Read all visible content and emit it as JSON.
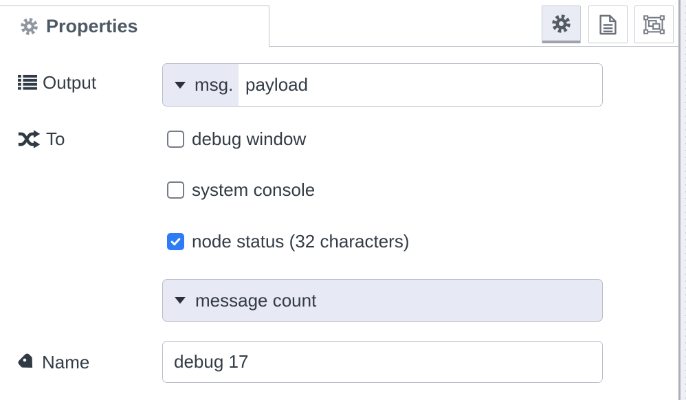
{
  "tab": {
    "label": "Properties"
  },
  "toolbar": {
    "properties_button": {
      "icon": "gear-icon",
      "active": true
    },
    "description_button": {
      "icon": "file-text-icon",
      "active": false
    },
    "appearance_button": {
      "icon": "object-group-icon",
      "active": false
    }
  },
  "form": {
    "output": {
      "label": "Output",
      "icon": "list-icon",
      "typed_input": {
        "prefix": "msg.",
        "value": "payload"
      }
    },
    "to": {
      "label": "To",
      "icon": "shuffle-icon",
      "checkboxes": [
        {
          "label": "debug window",
          "checked": false
        },
        {
          "label": "system console",
          "checked": false
        },
        {
          "label": "node status (32 characters)",
          "checked": true
        }
      ],
      "status_dropdown": {
        "value": "message count"
      }
    },
    "name": {
      "label": "Name",
      "icon": "tag-icon",
      "value": "debug 17"
    }
  },
  "colors": {
    "accent_blue": "#2e7bf6",
    "lavender_field": "#e7e9f5",
    "border_gray": "#b9bdc9",
    "tab_border": "#bfc3cc",
    "text_dark": "#333b45",
    "tab_title": "#4d5a66",
    "active_button_bg": "#e9ebf5"
  }
}
